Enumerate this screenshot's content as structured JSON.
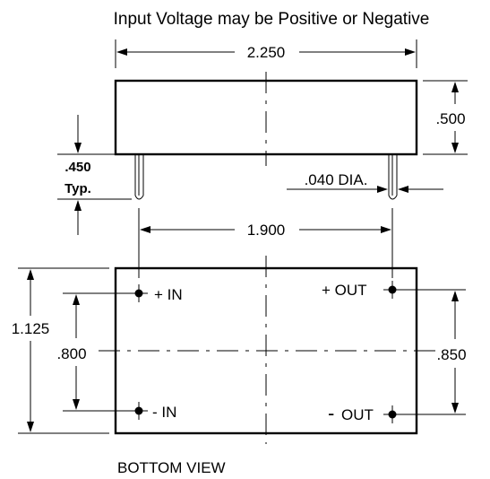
{
  "title": "Input Voltage may be Positive or Negative",
  "dimensions": {
    "length": "2.250",
    "height": ".500",
    "pin_length": ".450",
    "pin_length_note": "Typ.",
    "pin_diameter": ".040 DIA.",
    "pin_spacing": "1.900",
    "width": "1.125",
    "input_pin_spacing": ".800",
    "output_pin_spacing": ".850"
  },
  "pins": {
    "plus_in": "+ IN",
    "minus_in": "- IN",
    "plus_out": "+ OUT",
    "minus_out": "OUT",
    "minus_out_sign": "-"
  },
  "caption": "BOTTOM VIEW"
}
